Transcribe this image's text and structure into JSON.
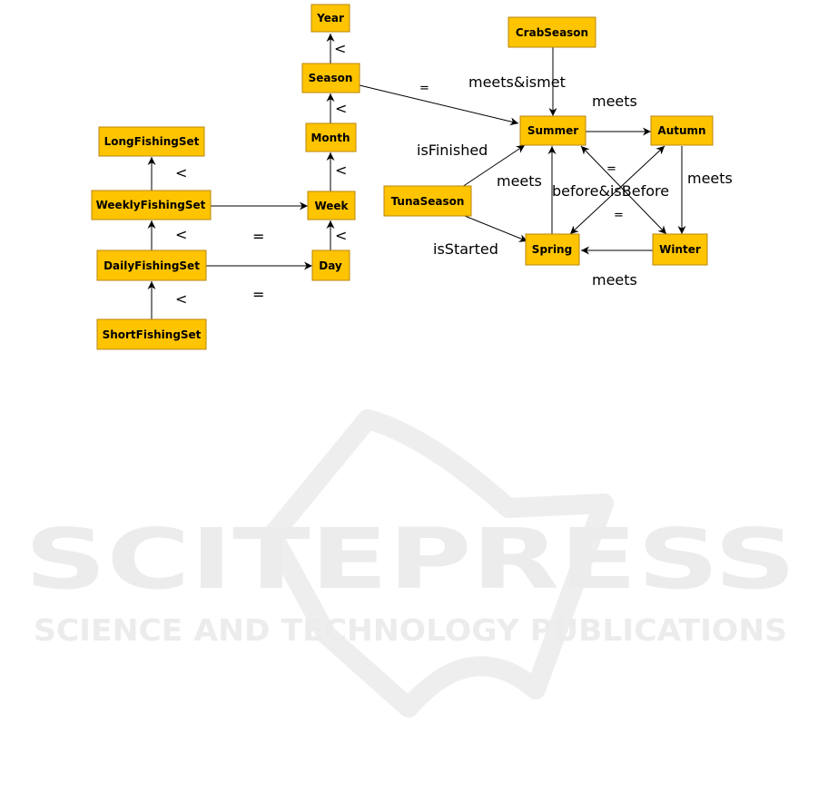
{
  "colors": {
    "node_fill": "#ffc400",
    "node_stroke": "#b8860b",
    "edge": "#000000",
    "watermark": "#ececec"
  },
  "nodes": {
    "year": "Year",
    "season": "Season",
    "month": "Month",
    "week": "Week",
    "day": "Day",
    "long_fishing_set": "LongFishingSet",
    "weekly_fishing_set": "WeeklyFishingSet",
    "daily_fishing_set": "DailyFishingSet",
    "short_fishing_set": "ShortFishingSet",
    "crab_season": "CrabSeason",
    "summer": "Summer",
    "autumn": "Autumn",
    "tuna_season": "TunaSeason",
    "spring": "Spring",
    "winter": "Winter"
  },
  "edge_labels": {
    "season_year": "<",
    "month_season": "<",
    "week_month": "<",
    "day_week": "<",
    "weekly_long": "<",
    "daily_weekly": "<",
    "short_daily": "<",
    "weekly_week": "=",
    "daily_day": "=",
    "season_summer": "=",
    "crab_summer": "meets&ismet",
    "summer_autumn": "meets",
    "tuna_summer": "isFinished",
    "spring_summer": "meets",
    "diag_eq_top": "=",
    "diag_eq_bottom": "=",
    "before": "before&isBefore",
    "autumn_winter": "meets",
    "tuna_spring": "isStarted",
    "winter_spring": "meets"
  },
  "watermark": {
    "title": "SCITEPRESS",
    "subtitle": "SCIENCE AND TECHNOLOGY PUBLICATIONS"
  }
}
